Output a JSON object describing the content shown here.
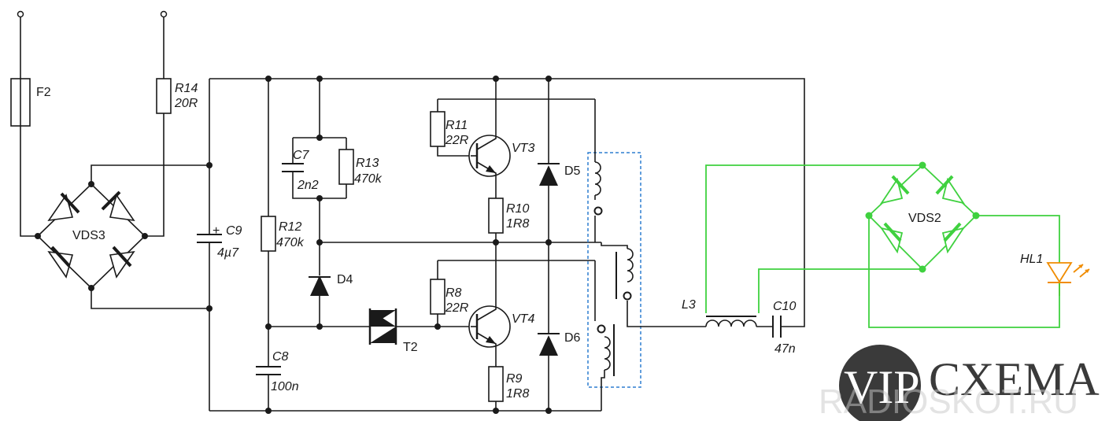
{
  "labels": {
    "f2": "F2",
    "r14": "R14",
    "r14v": "20R",
    "vds3": "VDS3",
    "c9": "C9",
    "c9v": "4µ7",
    "c9plus": "+",
    "r12": "R12",
    "r12v": "470k",
    "c7": "C7",
    "c7v": "2n2",
    "r13": "R13",
    "r13v": "470k",
    "d4": "D4",
    "c8": "C8",
    "c8v": "100n",
    "t2": "T2",
    "r11": "R11",
    "r11v": "22R",
    "vt3": "VT3",
    "r10": "R10",
    "r10v": "1R8",
    "r8": "R8",
    "r8v": "22R",
    "vt4": "VT4",
    "r9": "R9",
    "r9v": "1R8",
    "d5": "D5",
    "d6": "D6",
    "l3": "L3",
    "c10": "C10",
    "c10v": "47n",
    "vds2": "VDS2",
    "hl1": "HL1"
  },
  "watermark": {
    "vip": "VIP",
    "brand": "CXEMA",
    "site": "RADIOSKOT.RU"
  },
  "colors": {
    "wire": "#1a1a1a",
    "output": "#3fd13f",
    "led": "#f08c00",
    "transformer_box": "#2e7fd1"
  }
}
